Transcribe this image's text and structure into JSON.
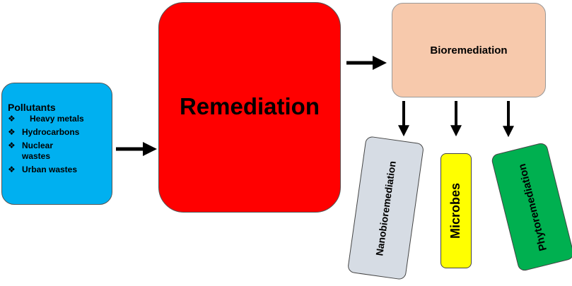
{
  "pollutants": {
    "title": "Pollutants",
    "items": [
      "Heavy metals",
      "Hydrocarbons",
      "Nuclear wastes",
      "Urban wastes"
    ]
  },
  "remediation": {
    "label": "Remediation"
  },
  "bioremediation": {
    "label": "Bioremediation"
  },
  "branches": {
    "nano": "Nanobioremediation",
    "microbes": "Microbes",
    "phyto": "Phytoremediation"
  },
  "colors": {
    "pollutants": "#00b0f0",
    "remediation": "#ff0000",
    "bioremediation": "#f7c9ac",
    "nano": "#d6dce4",
    "microbes": "#ffff00",
    "phyto": "#00b050"
  }
}
